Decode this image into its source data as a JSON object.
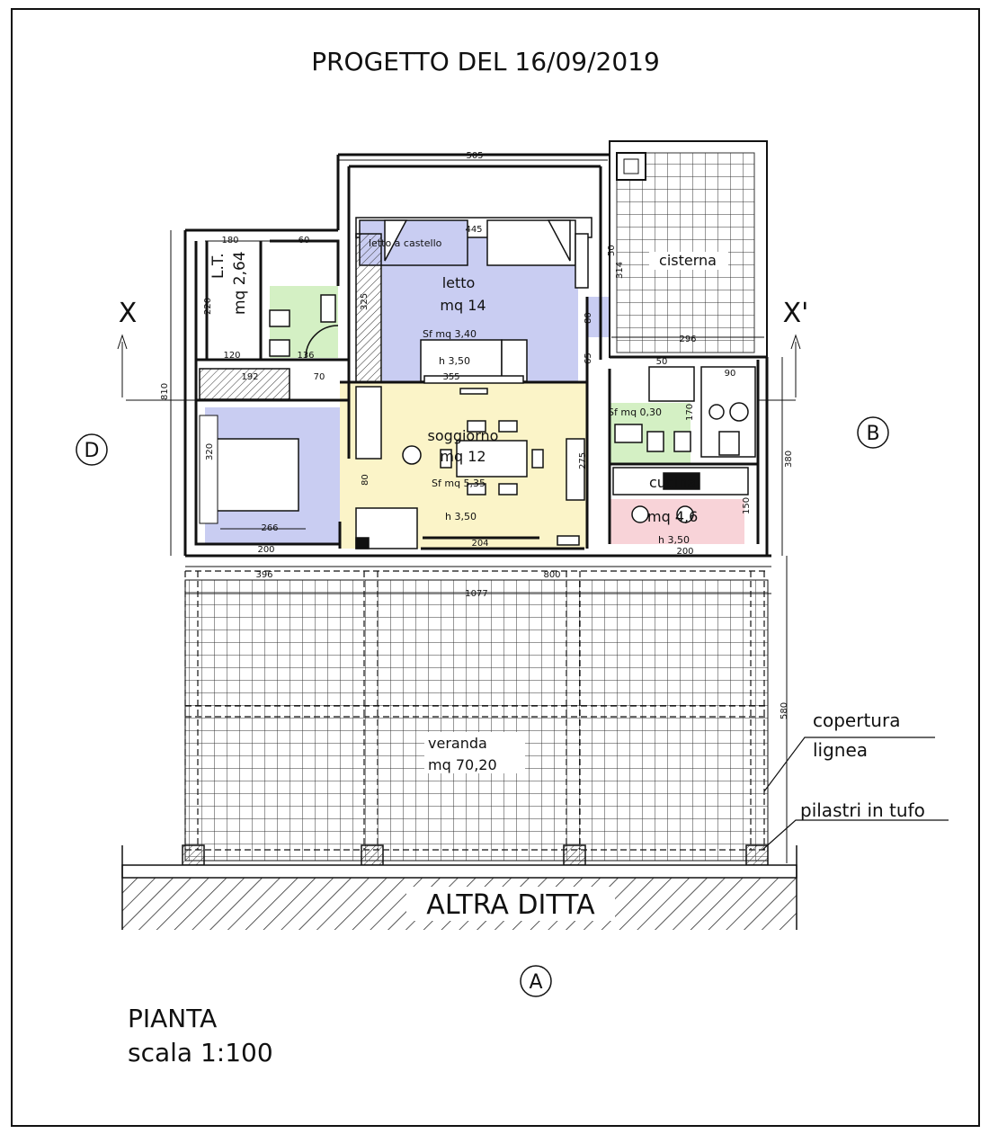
{
  "title": "PROGETTO DEL 16/09/2019",
  "caption": {
    "line1": "PIANTA",
    "line2": "scala 1:100"
  },
  "section_marks": {
    "x_left": "X",
    "x_right": "X'",
    "d": "D",
    "b": "B",
    "a": "A"
  },
  "rooms": {
    "lt": {
      "name": "L.T.",
      "area": "mq 2,64"
    },
    "letto": {
      "name": "letto",
      "area": "mq 14",
      "sf": "Sf mq 3,40",
      "h": "h 3,50",
      "bunk": "letto a castello"
    },
    "cisterna": {
      "name": "cisterna"
    },
    "soggiorno": {
      "name": "soggiorno",
      "area": "mq 12",
      "sf": "Sf mq 5,35",
      "h": "h 3,50"
    },
    "cucina": {
      "name": "cucina",
      "area": "mq 4,6",
      "sf": "Sf mq 0,30",
      "h": "h 3,50"
    },
    "veranda": {
      "name": "veranda",
      "area": "mq 70,20"
    }
  },
  "labels": {
    "copertura_1": "copertura",
    "copertura_2": "lignea",
    "pilastri": "pilastri in tufo",
    "altra_ditta": "ALTRA DITTA"
  },
  "dimensions": {
    "d505": "505",
    "d445": "445",
    "d180": "180",
    "d60": "60",
    "d220": "220",
    "d120": "120",
    "d136": "136",
    "d192": "192",
    "d70": "70",
    "d810": "810",
    "d320": "320",
    "d266": "266",
    "d200a": "200",
    "d396": "396",
    "d314": "314",
    "d296": "296",
    "d50a": "50",
    "d80a": "80",
    "d65": "65",
    "d355": "355",
    "d325": "325",
    "d80b": "80",
    "d275": "275",
    "d204": "204",
    "d800": "800",
    "d1077": "1077",
    "d380": "380",
    "d580": "580",
    "d150": "150",
    "d200b": "200",
    "d50b": "50",
    "d90": "90",
    "d170": "170"
  },
  "colors": {
    "bedroom": "#c9cdf2",
    "living": "#fbf4c8",
    "bath": "#d4f0c4",
    "kitchen": "#f8d3d8",
    "ink": "#111111"
  }
}
